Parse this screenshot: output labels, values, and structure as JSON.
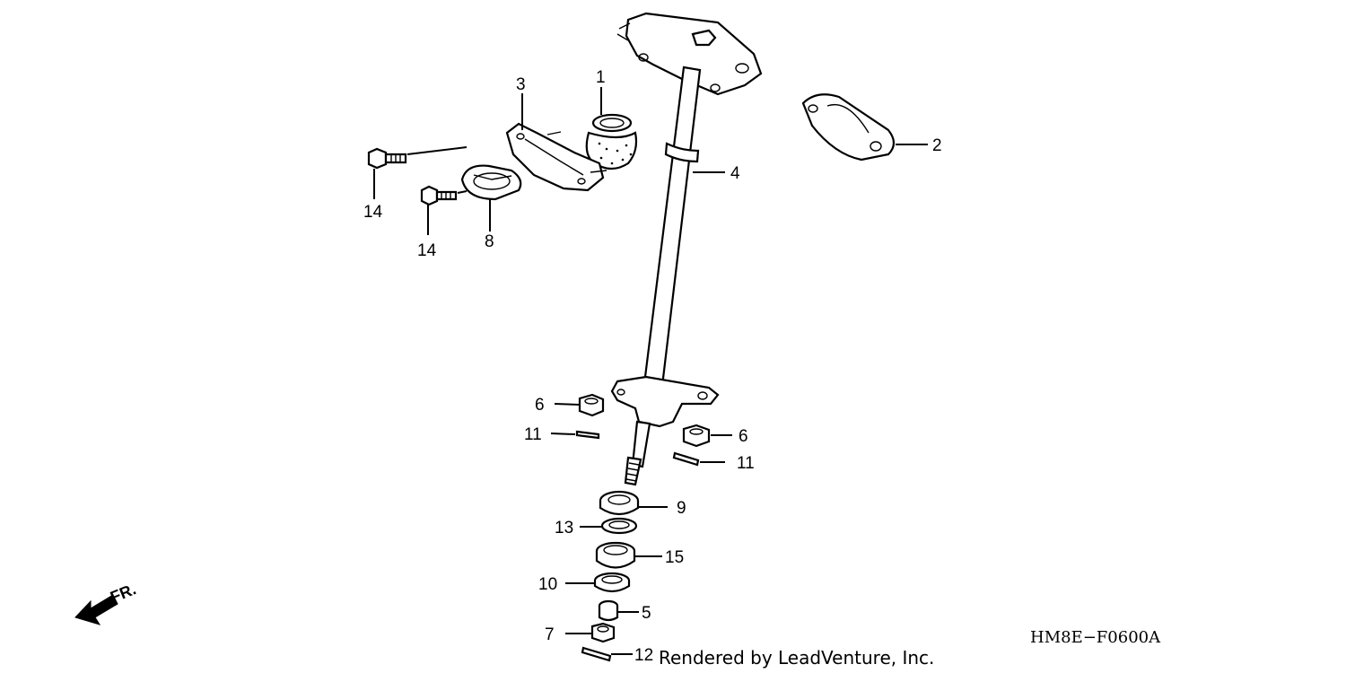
{
  "diagram": {
    "type": "exploded parts diagram",
    "parts": [
      {
        "ref": "1"
      },
      {
        "ref": "2"
      },
      {
        "ref": "3"
      },
      {
        "ref": "4"
      },
      {
        "ref": "5"
      },
      {
        "ref": "6"
      },
      {
        "ref": "7"
      },
      {
        "ref": "8"
      },
      {
        "ref": "9"
      },
      {
        "ref": "10"
      },
      {
        "ref": "11"
      },
      {
        "ref": "12"
      },
      {
        "ref": "13"
      },
      {
        "ref": "14"
      },
      {
        "ref": "15"
      }
    ],
    "labels": {
      "p1": "1",
      "p2": "2",
      "p3": "3",
      "p4": "4",
      "p5": "5",
      "p6a": "6",
      "p6b": "6",
      "p7": "7",
      "p8": "8",
      "p9": "9",
      "p10": "10",
      "p11a": "11",
      "p11b": "11",
      "p12": "12",
      "p13": "13",
      "p14a": "14",
      "p14b": "14",
      "p15": "15"
    },
    "diagram_code": "HM8E−F0600A",
    "direction_marker": "FR.",
    "credit": "Rendered by LeadVenture, Inc."
  },
  "colors": {
    "line": "#000000",
    "background": "#ffffff"
  }
}
